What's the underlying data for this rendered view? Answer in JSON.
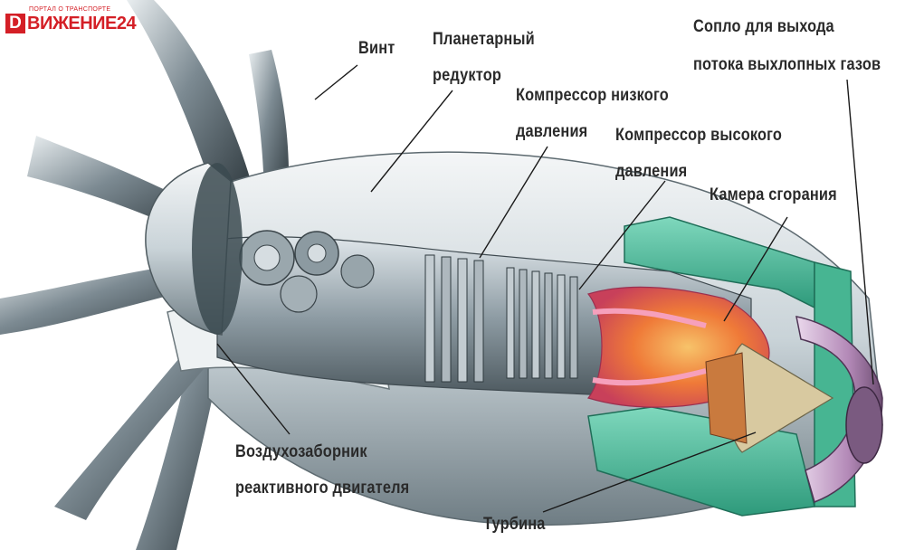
{
  "logo": {
    "mark": "D",
    "name": "ВИЖЕНИЕ24",
    "tagline": "ПОРТАЛ О ТРАНСПОРТЕ"
  },
  "labels": {
    "propeller": "Винт",
    "gearbox_line1": "Планетарный",
    "gearbox_line2": "редуктор",
    "lp_compressor_line1": "Компрессор низкого",
    "lp_compressor_line2": "давления",
    "hp_compressor_line1": "Компрессор высокого",
    "hp_compressor_line2": "давления",
    "combustion_chamber": "Камера сгорания",
    "nozzle_line1": "Сопло для выхода",
    "nozzle_line2": "потока выхлопных газов",
    "air_intake_line1": "Воздухозаборник",
    "air_intake_line2": "реактивного двигателя",
    "turbine": "Турбина"
  },
  "colors": {
    "label_text": "#2a2a2a",
    "leader_line": "#1a1a1a",
    "casing": "#5fc4a8",
    "casing_dark": "#2f8f74",
    "blades": "#3d4a50",
    "metal": "#b8c2c8",
    "hot_section": "#e8608a",
    "hot_glow": "#f08a3a",
    "logo_red": "#d41f26"
  },
  "icons": {
    "logo": "dvizhenie24-logo-icon"
  }
}
